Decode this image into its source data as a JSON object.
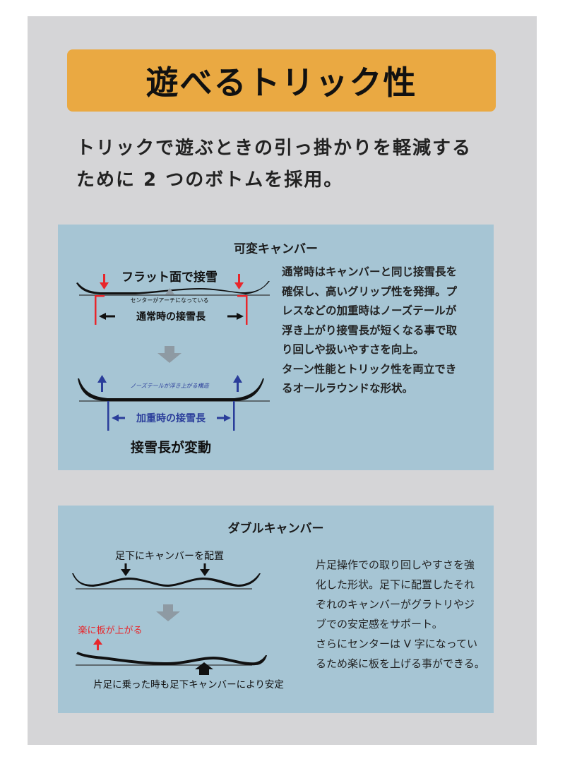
{
  "title": "遊べるトリック性",
  "intro": {
    "lines": [
      "トリックで遊ぶときの引っ掛かりを軽減する",
      "ために 2 つのボトムを採用。"
    ]
  },
  "variable_camber": {
    "heading": "可変キャンバー",
    "flat_label": "フラット面で接雪",
    "center_note": "センターがアーチになっている",
    "normal_contact": "通常時の接雪長",
    "nose_tail_note": "ノーズテールが浮き上がる構造",
    "loaded_contact": "加重時の接雪長",
    "caption": "接雪長が変動",
    "description": [
      "通常時はキャンバーと同じ接雪長を",
      "確保し、高いグリップ性を発揮。プ",
      "レスなどの加重時はノーズテールが",
      "浮き上がり接雪長が短くなる事で取",
      "り回しや扱いやすさを向上。",
      "ターン性能とトリック性を両立でき",
      "るオールラウンドな形状。"
    ]
  },
  "double_camber": {
    "heading": "ダブルキャンバー",
    "underfoot_label": "足下にキャンバーを配置",
    "lift_label": "楽に板が上がる",
    "stable_label": "片足に乗った時も足下キャンバーにより安定",
    "description": [
      "片足操作での取り回しやすさを強",
      "化した形状。足下に配置したそれ",
      "ぞれのキャンバーがグラトリやジ",
      "ブでの安定感をサポート。",
      "さらにセンターは V 字になってい",
      "るため楽に板を上げる事ができる。"
    ]
  },
  "colors": {
    "banner": "#eaa942",
    "panel": "#d5d5d7",
    "box": "#a6c5d4",
    "red_arrow": "#e8262b",
    "blue_arrow": "#2a3d9a",
    "gray_arrow": "#8e9aa3"
  }
}
